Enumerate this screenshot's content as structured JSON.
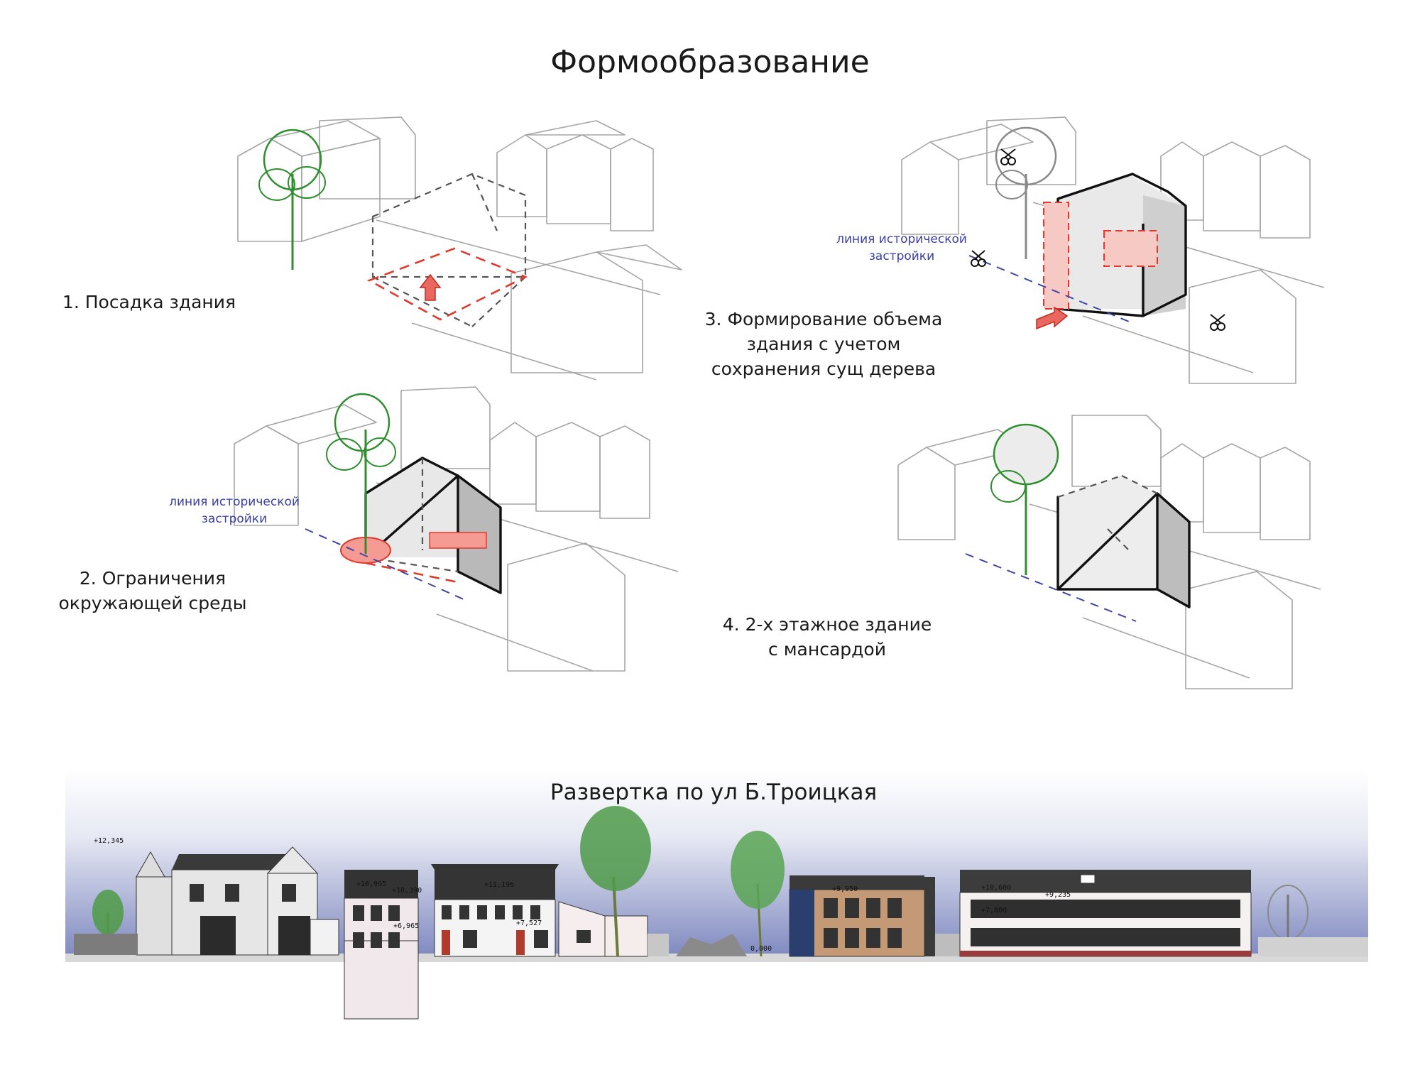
{
  "page_title": "Формообразование",
  "steps": {
    "step1": "1. Посадка здания",
    "step2_line1": "2. Ограничения",
    "step2_line2": "окружающей среды",
    "step3_line1": "3. Формирование объема",
    "step3_line2": "здания с учетом",
    "step3_line3": "сохранения сущ дерева",
    "step4_line1": "4. 2-х этажное здание",
    "step4_line2": "с мансардой"
  },
  "historic_line": {
    "line1": "линия исторической",
    "line2": "застройки"
  },
  "elevation": {
    "title": "Развертка по ул Б.Троицкая",
    "marks": [
      "+12,345",
      "+10,995",
      "+10,390",
      "+6,965",
      "+11,196",
      "+7,527",
      "+9,950",
      "+10,600",
      "+7,800",
      "+9,235",
      "0,000"
    ]
  },
  "colors": {
    "accent_red": "#e03a2e",
    "historic_blue": "#3f46a3",
    "tree_green": "#2f8f2f",
    "sky_top": "#ffffff",
    "sky_bottom": "#7a85bd"
  }
}
